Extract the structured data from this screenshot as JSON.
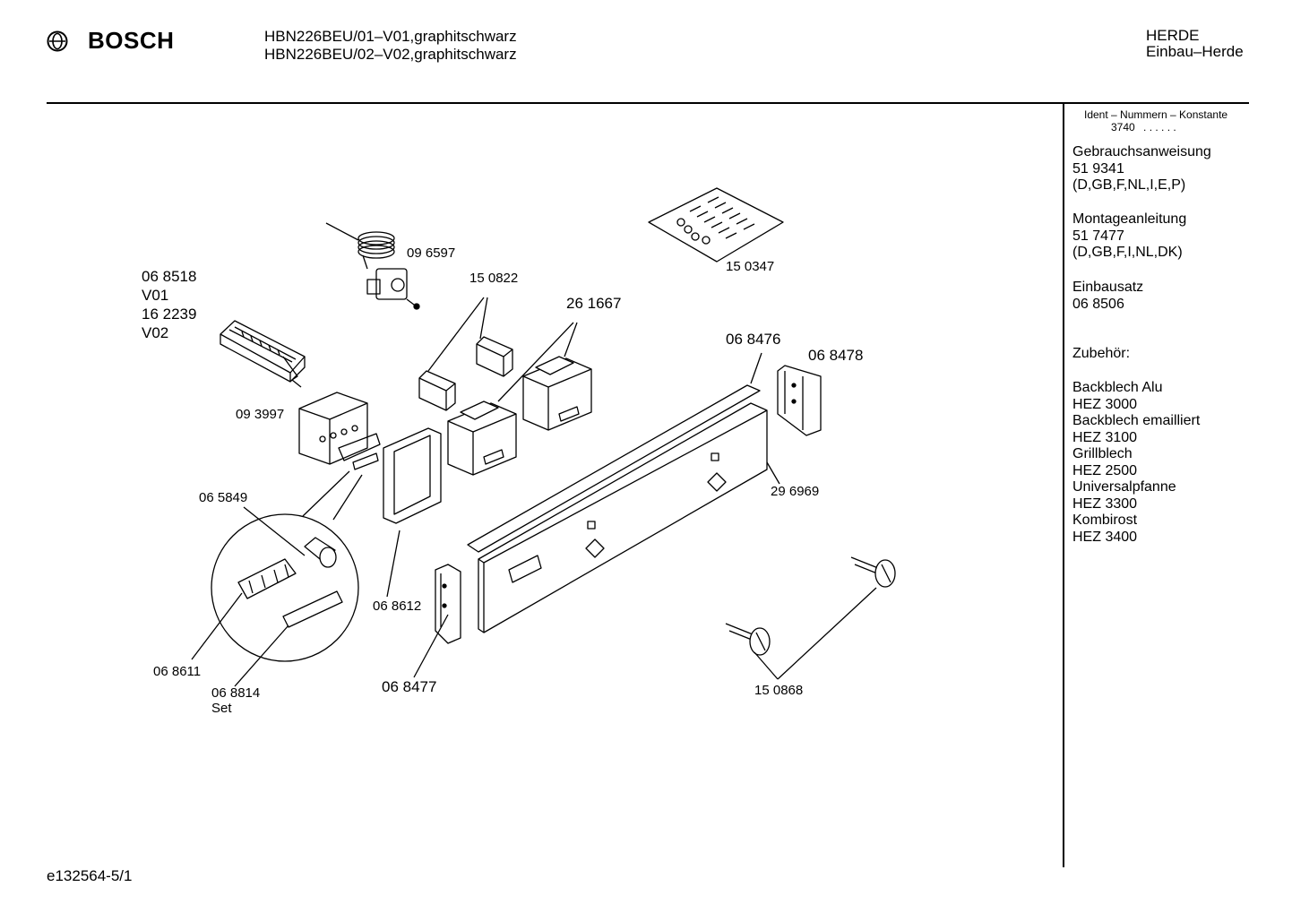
{
  "header": {
    "brand": "BOSCH",
    "models": [
      "HBN226BEU/01–V01,graphitschwarz",
      "HBN226BEU/02–V02,graphitschwarz"
    ],
    "category": [
      "HERDE",
      "Einbau–Herde"
    ]
  },
  "sidebar": {
    "ident_label": "Ident – Nummern – Konstante",
    "ident_value": "3740",
    "ident_dots": ". . . . . .",
    "blocks": [
      [
        "Gebrauchsanweisung",
        "51 9341",
        "(D,GB,F,NL,I,E,P)"
      ],
      [
        "Montageanleitung",
        "51 7477",
        "(D,GB,F,I,NL,DK)"
      ],
      [
        "Einbausatz",
        "06 8506"
      ],
      [
        "Zubehör:"
      ],
      [
        "Backblech Alu",
        "HEZ 3000",
        "Backblech emailliert",
        "HEZ 3100",
        "Grillblech",
        "HEZ 2500",
        "Universalpfanne",
        "HEZ 3300",
        "Kombirost",
        "HEZ 3400"
      ]
    ]
  },
  "parts": {
    "p068518": [
      "06 8518",
      "V01",
      "16 2239",
      "V02"
    ],
    "p096597": "09 6597",
    "p150822": "15 0822",
    "p261667": "26 1667",
    "p150347": "15 0347",
    "p068476": "06 8476",
    "p068478": "06 8478",
    "p093997": "09 3997",
    "p296969": "29 6969",
    "p065849": "06 5849",
    "p068612": "06 8612",
    "p068611": "06 8611",
    "p068814": [
      "06 8814",
      "Set"
    ],
    "p068477": "06 8477",
    "p150868": "15 0868"
  },
  "footer": {
    "doc_id": "e132564-5/1"
  }
}
